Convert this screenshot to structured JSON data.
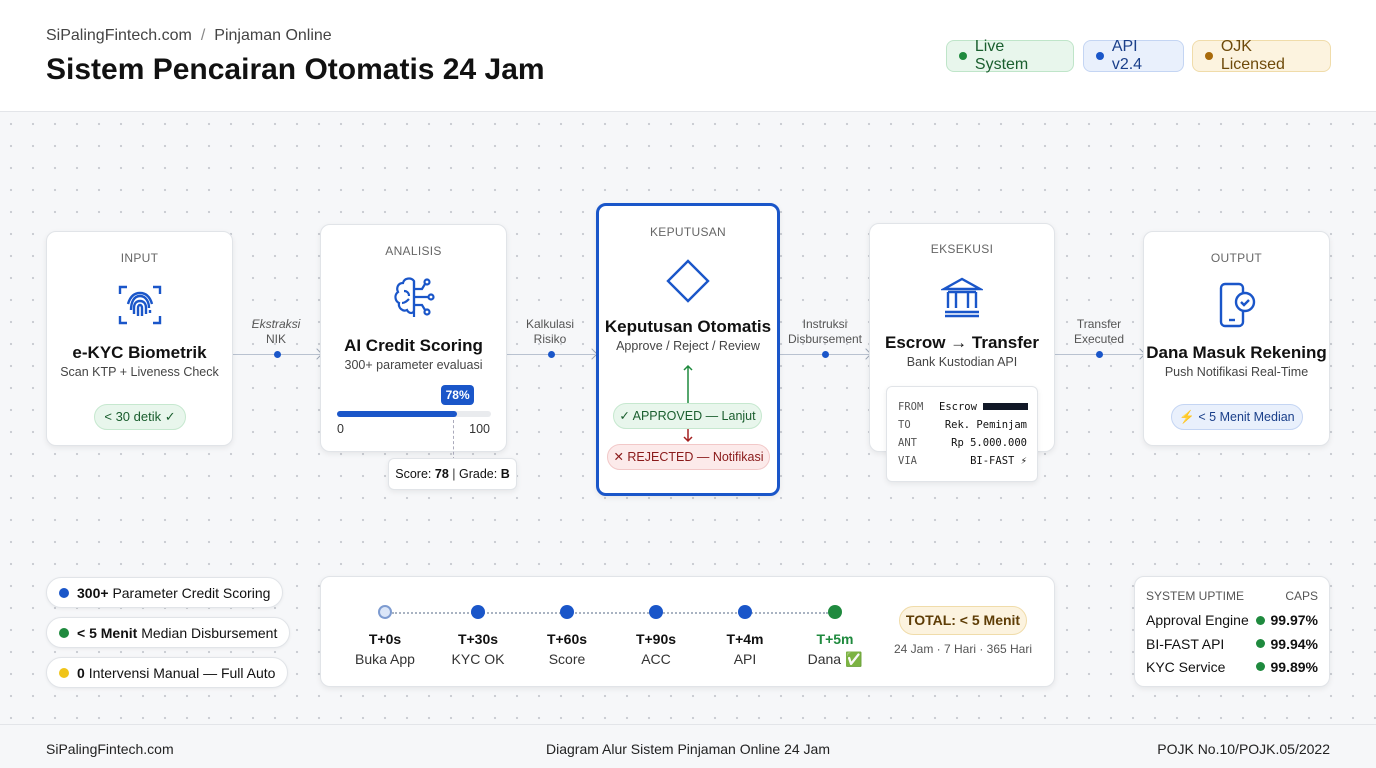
{
  "header": {
    "breadcrumb": [
      "SiPalingFintech.com",
      "/",
      "Pinjaman Online"
    ],
    "title": "Sistem Pencairan Otomatis 24 Jam",
    "badges": [
      {
        "label": "Live System",
        "color": "#1f8a3e"
      },
      {
        "label": "API v2.4",
        "color": "#1a56c9"
      },
      {
        "label": "OJK Licensed",
        "color": "#a86a0a"
      }
    ]
  },
  "steps": [
    {
      "stage": "INPUT",
      "icon": "fingerprint-scan-icon",
      "title": "e-KYC Biometrik",
      "subtitle": "Scan KTP + Liveness Check",
      "badge": "< 30 detik ✓"
    },
    {
      "stage": "ANALISIS",
      "icon": "ai-brain-icon",
      "title": "AI Credit Scoring",
      "subtitle": "300+ parameter evaluasi",
      "progress": 78,
      "progress_label": "78%",
      "min": "0",
      "max": "100",
      "score_label": "Score:",
      "score": "78",
      "grade_label": "Grade:",
      "grade": "B"
    },
    {
      "stage": "KEPUTUSAN",
      "icon": "decision-diamond-icon",
      "title": "Keputusan Otomatis",
      "subtitle": "Approve / Reject / Review",
      "approved": "✓ APPROVED — Lanjut",
      "rejected": "✕ REJECTED — Notifikasi"
    },
    {
      "stage": "EKSEKUSI",
      "icon": "bank-icon",
      "title": "Escrow → Transfer",
      "subtitle": "Bank Kustodian API",
      "receipt": [
        {
          "k": "FROM",
          "v": "Escrow"
        },
        {
          "k": "TO",
          "v": "Rek. Peminjam"
        },
        {
          "k": "ANT",
          "v": "Rp 5.000.000"
        },
        {
          "k": "VIA",
          "v": "BI-FAST ⚡"
        }
      ]
    },
    {
      "stage": "OUTPUT",
      "icon": "phone-check-icon",
      "title": "Dana Masuk Rekening",
      "subtitle": "Push Notifikasi Real-Time",
      "badge": "⚡ < 5 Menit Median"
    }
  ],
  "connectors": [
    [
      "Ekstraksi",
      "NIK"
    ],
    [
      "Kalkulasi",
      "Risiko"
    ],
    [
      "Instruksi",
      "Disbursement"
    ],
    [
      "Transfer",
      "Executed"
    ]
  ],
  "highlights": [
    {
      "bold": "300+",
      "text": "Parameter Credit Scoring",
      "color": "#1a56c9"
    },
    {
      "bold": "< 5 Menit",
      "text": "Median Disbursement",
      "color": "#1f8a3e"
    },
    {
      "bold": "0",
      "text": "Intervensi Manual — Full Auto",
      "color": "#f0c419"
    }
  ],
  "timeline": {
    "steps": [
      {
        "t": "T+0s",
        "l": "Buka App"
      },
      {
        "t": "T+30s",
        "l": "KYC OK"
      },
      {
        "t": "T+60s",
        "l": "Score"
      },
      {
        "t": "T+90s",
        "l": "ACC"
      },
      {
        "t": "T+4m",
        "l": "API"
      },
      {
        "t": "T+5m",
        "l": "Dana ✅"
      }
    ],
    "total": "TOTAL: < 5 Menit",
    "availability": "24 Jam · 7 Hari · 365 Hari"
  },
  "uptime": {
    "title": "SYSTEM UPTIME",
    "caps": "CAPS",
    "rows": [
      {
        "name": "Approval Engine",
        "value": "99.97%"
      },
      {
        "name": "BI-FAST API",
        "value": "99.94%"
      },
      {
        "name": "KYC Service",
        "value": "99.89%"
      }
    ]
  },
  "footer": {
    "left": "SiPalingFintech.com",
    "center": "Diagram Alur Sistem Pinjaman Online 24 Jam",
    "right": "POJK No.10/POJK.05/2022"
  }
}
